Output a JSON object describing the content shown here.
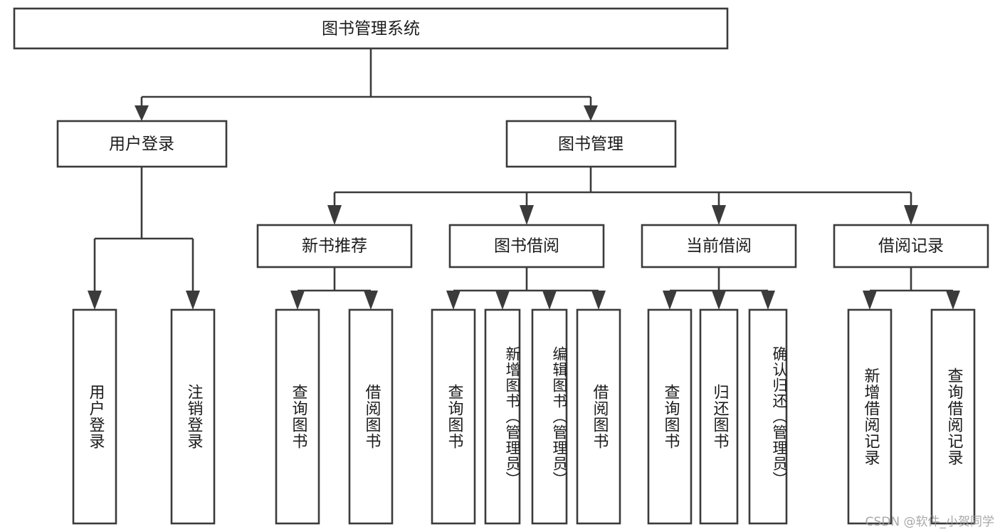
{
  "diagram": {
    "title_node": {
      "label": "图书管理系统"
    },
    "level1": [
      {
        "id": "user-login",
        "label": "用户登录"
      },
      {
        "id": "book-manage",
        "label": "图书管理"
      }
    ],
    "level2": [
      {
        "id": "new-book-recommend",
        "label": "新书推荐"
      },
      {
        "id": "book-borrow",
        "label": "图书借阅"
      },
      {
        "id": "current-borrow",
        "label": "当前借阅"
      },
      {
        "id": "borrow-record",
        "label": "借阅记录"
      }
    ],
    "leaves": {
      "user_login": [
        {
          "id": "leaf-user-login",
          "label": "用户登录"
        },
        {
          "id": "leaf-logout-login",
          "label": "注销登录"
        }
      ],
      "new_book_recommend": [
        {
          "id": "leaf-query-book-1",
          "label": "查询图书"
        },
        {
          "id": "leaf-borrow-book-1",
          "label": "借阅图书"
        }
      ],
      "book_borrow": [
        {
          "id": "leaf-query-book-2",
          "label": "查询图书"
        },
        {
          "id": "leaf-add-book",
          "label": "新增图书（管理员）"
        },
        {
          "id": "leaf-edit-book",
          "label": "编辑图书（管理员）"
        },
        {
          "id": "leaf-borrow-book-2",
          "label": "借阅图书"
        }
      ],
      "current_borrow": [
        {
          "id": "leaf-query-book-3",
          "label": "查询图书"
        },
        {
          "id": "leaf-return-book",
          "label": "归还图书"
        },
        {
          "id": "leaf-confirm-return",
          "label": "确认归还（管理员）"
        }
      ],
      "borrow_record": [
        {
          "id": "leaf-add-record",
          "label": "新增借阅记录"
        },
        {
          "id": "leaf-query-record",
          "label": "查询借阅记录"
        }
      ]
    },
    "colors": {
      "stroke": "#3b3b3b",
      "fill": "#ffffff",
      "text": "#1b1b1b",
      "watermark": "#9a9a9a"
    }
  },
  "watermark": {
    "text": "CSDN @软件_小贺同学"
  }
}
